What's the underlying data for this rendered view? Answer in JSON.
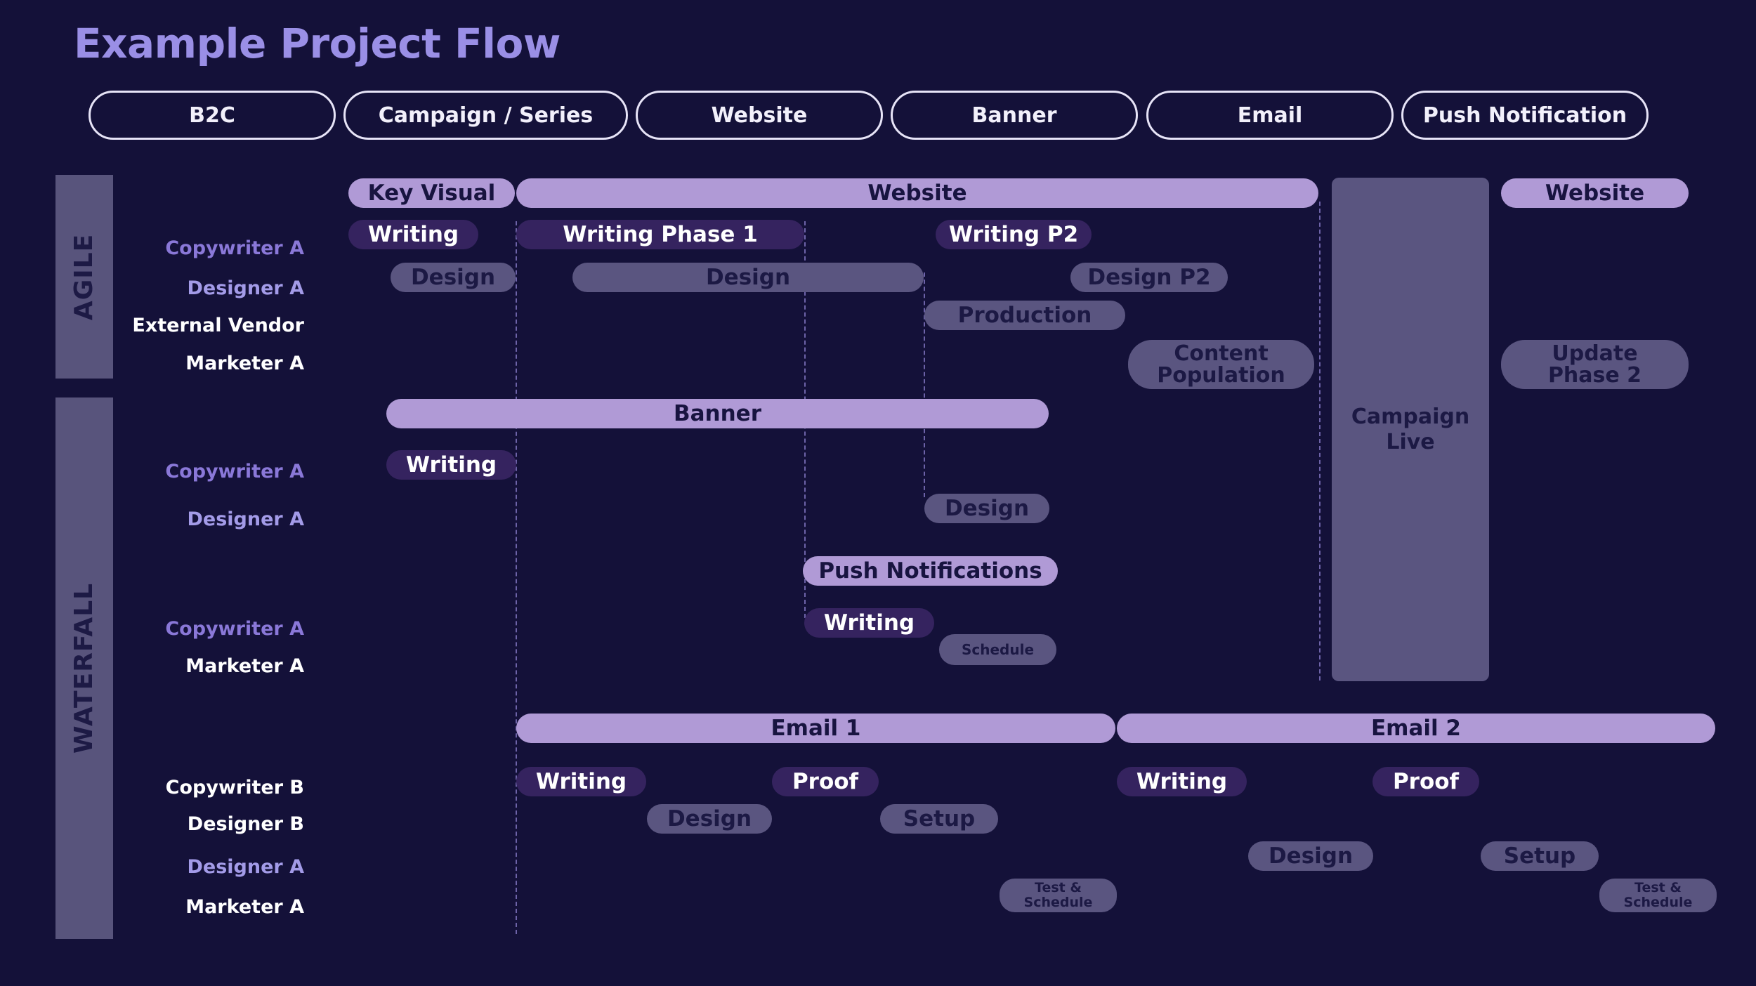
{
  "title": "Example Project Flow",
  "tabs": [
    "B2C",
    "Campaign / Series",
    "Website",
    "Banner",
    "Email",
    "Push Notification"
  ],
  "sections": {
    "agile": "AGILE",
    "waterfall": "WATERFALL"
  },
  "roles": {
    "agile_copywriter_a": "Copywriter A",
    "agile_designer_a": "Designer A",
    "agile_external_vendor": "External Vendor",
    "agile_marketer_a": "Marketer A",
    "banner_copywriter_a": "Copywriter A",
    "banner_designer_a": "Designer A",
    "push_copywriter_a": "Copywriter A",
    "push_marketer_a": "Marketer A",
    "email_copywriter_b": "Copywriter B",
    "email_designer_b": "Designer B",
    "email_designer_a": "Designer A",
    "email_marketer_a": "Marketer A"
  },
  "tasks": {
    "key_visual": "Key Visual",
    "website": "Website",
    "website_2": "Website",
    "writing_kv": "Writing",
    "writing_phase_1": "Writing Phase 1",
    "writing_p2": "Writing P2",
    "design_kv": "Design",
    "design_web": "Design",
    "design_p2": "Design P2",
    "production": "Production",
    "content_population": "Content Population",
    "update_phase_2": "Update Phase 2",
    "campaign_live": "Campaign Live",
    "banner": "Banner",
    "writing_banner": "Writing",
    "design_banner": "Design",
    "push_notifications": "Push Notifications",
    "writing_push": "Writing",
    "schedule_push": "Schedule",
    "email_1": "Email 1",
    "email_2": "Email 2",
    "writing_e1": "Writing",
    "proof_e1": "Proof",
    "design_e1": "Design",
    "setup_e1": "Setup",
    "test_schedule_e1": "Test & Schedule",
    "writing_e2": "Writing",
    "proof_e2": "Proof",
    "design_e2": "Design",
    "setup_e2": "Setup",
    "test_schedule_e2": "Test & Schedule"
  },
  "colors": {
    "background": "#141139",
    "title": "#9a8fe6",
    "phase_bar": "#b09ad6",
    "writing_bar": "#35235f",
    "design_bar": "#5a5580",
    "copywriter_label": "#8a78d8",
    "designer_label": "#a39be8",
    "other_label": "#ffffff"
  }
}
